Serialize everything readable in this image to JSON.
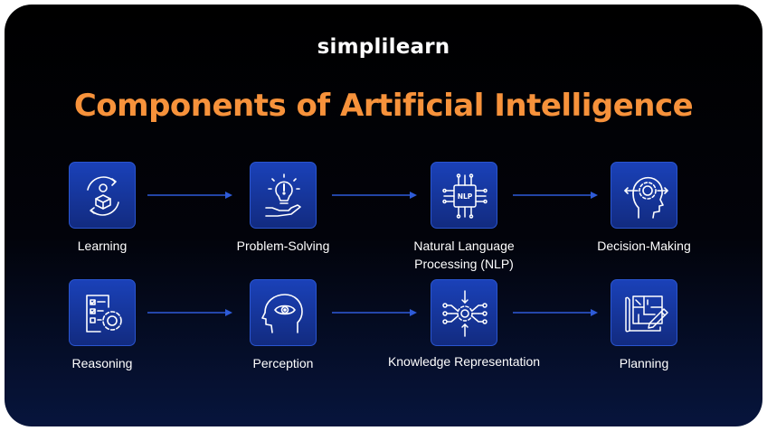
{
  "brand": {
    "name": "simplilearn"
  },
  "title": "Components of Artificial Intelligence",
  "components": [
    {
      "label": "Learning",
      "icon": "learning-cycle-icon"
    },
    {
      "label": "Problem-Solving",
      "icon": "lightbulb-hand-icon"
    },
    {
      "label": "Natural Language Processing (NLP)",
      "icon": "nlp-chip-icon",
      "chip_text": "NLP"
    },
    {
      "label": "Decision-Making",
      "icon": "head-gear-icon"
    },
    {
      "label": "Reasoning",
      "icon": "checklist-gear-icon"
    },
    {
      "label": "Perception",
      "icon": "head-eye-icon"
    },
    {
      "label": "Knowledge Representation",
      "icon": "network-gear-icon"
    },
    {
      "label": "Planning",
      "icon": "blueprint-pencil-icon"
    }
  ],
  "colors": {
    "title": "#f7923b",
    "tile": "#1a41b8",
    "arrow": "#2e5bd8",
    "background_bottom": "#07153d"
  }
}
